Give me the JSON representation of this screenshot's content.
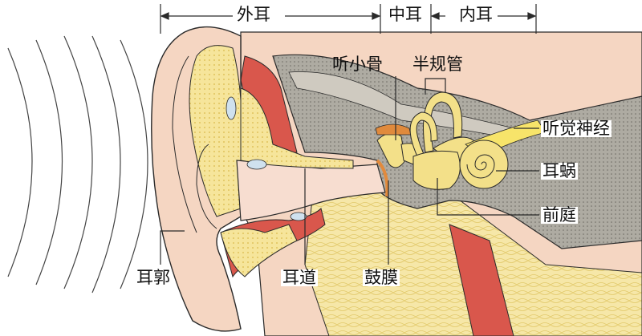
{
  "title_sections": {
    "outer_ear": "外耳",
    "middle_ear": "中耳",
    "inner_ear": "内耳"
  },
  "labels": {
    "ossicles": "听小骨",
    "semicircular_canals": "半规管",
    "auditory_nerve": "听觉神经",
    "cochlea": "耳蜗",
    "vestibule": "前庭",
    "auricle": "耳郭",
    "ear_canal": "耳道",
    "eardrum": "鼓膜"
  },
  "colors": {
    "skin": "#f5d6c2",
    "cartilage": "#f6e59b",
    "muscle": "#d9574c",
    "bone": "#aeaba2",
    "inner_ear": "#f3e089",
    "nerve": "#f7e46a",
    "outline": "#2a2a2a"
  }
}
